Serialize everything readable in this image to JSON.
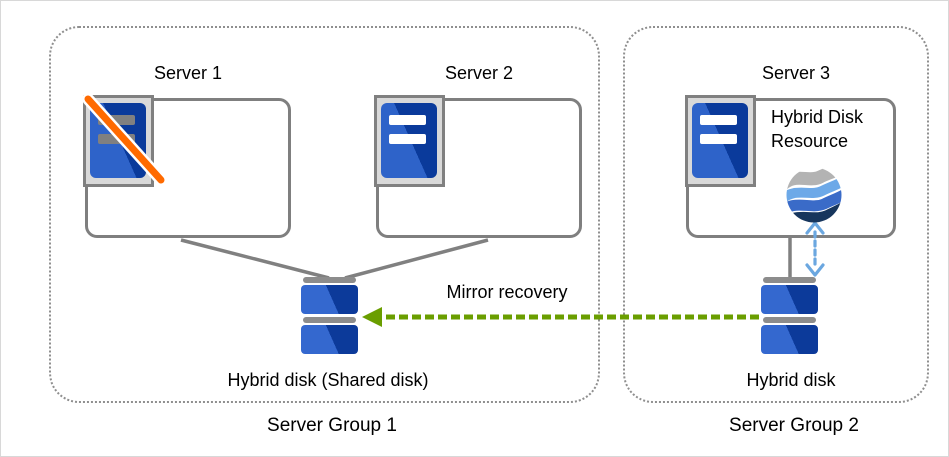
{
  "groups": {
    "group1": {
      "label": "Server Group 1",
      "servers": [
        {
          "name": "Server 1",
          "status": "failed"
        },
        {
          "name": "Server 2",
          "status": "active"
        }
      ],
      "disk_label": "Hybrid disk (Shared disk)"
    },
    "group2": {
      "label": "Server Group 2",
      "servers": [
        {
          "name": "Server 3",
          "status": "active"
        }
      ],
      "resource_label": "Hybrid Disk Resource",
      "disk_label": "Hybrid disk"
    }
  },
  "annotations": {
    "mirror_recovery": "Mirror recovery"
  },
  "icons": {
    "server": "server-tower-icon",
    "failed_server_overlay": "failure-slash-icon",
    "hybrid_disk": "hybrid-disk-icon",
    "mirror_disk_resource": "mirror-disk-resource-globe-icon",
    "recovery_arrow": "mirror-recovery-arrow-icon",
    "sync_arrow": "disk-sync-double-arrow-icon"
  },
  "colors": {
    "server_blue_light": "#2e63c9",
    "server_blue_dark": "#0a3a9b",
    "disk_blue_light": "#3468cf",
    "disk_blue_dark": "#0c3a9a",
    "frame_gray": "#d9d9d9",
    "border_gray": "#7f7f7f",
    "bar_gray": "#8c8c8c",
    "dotted_border_gray": "#8f8f8f",
    "failure_orange": "#ff6a00",
    "recovery_green": "#6a9e00",
    "sync_blue": "#6ba7e0",
    "globe_gray": "#b3b3b3",
    "globe_blue_light": "#6da9e8",
    "globe_blue_mid": "#3a6bc8",
    "globe_blue_dark": "#17365d",
    "text": "#000000"
  }
}
